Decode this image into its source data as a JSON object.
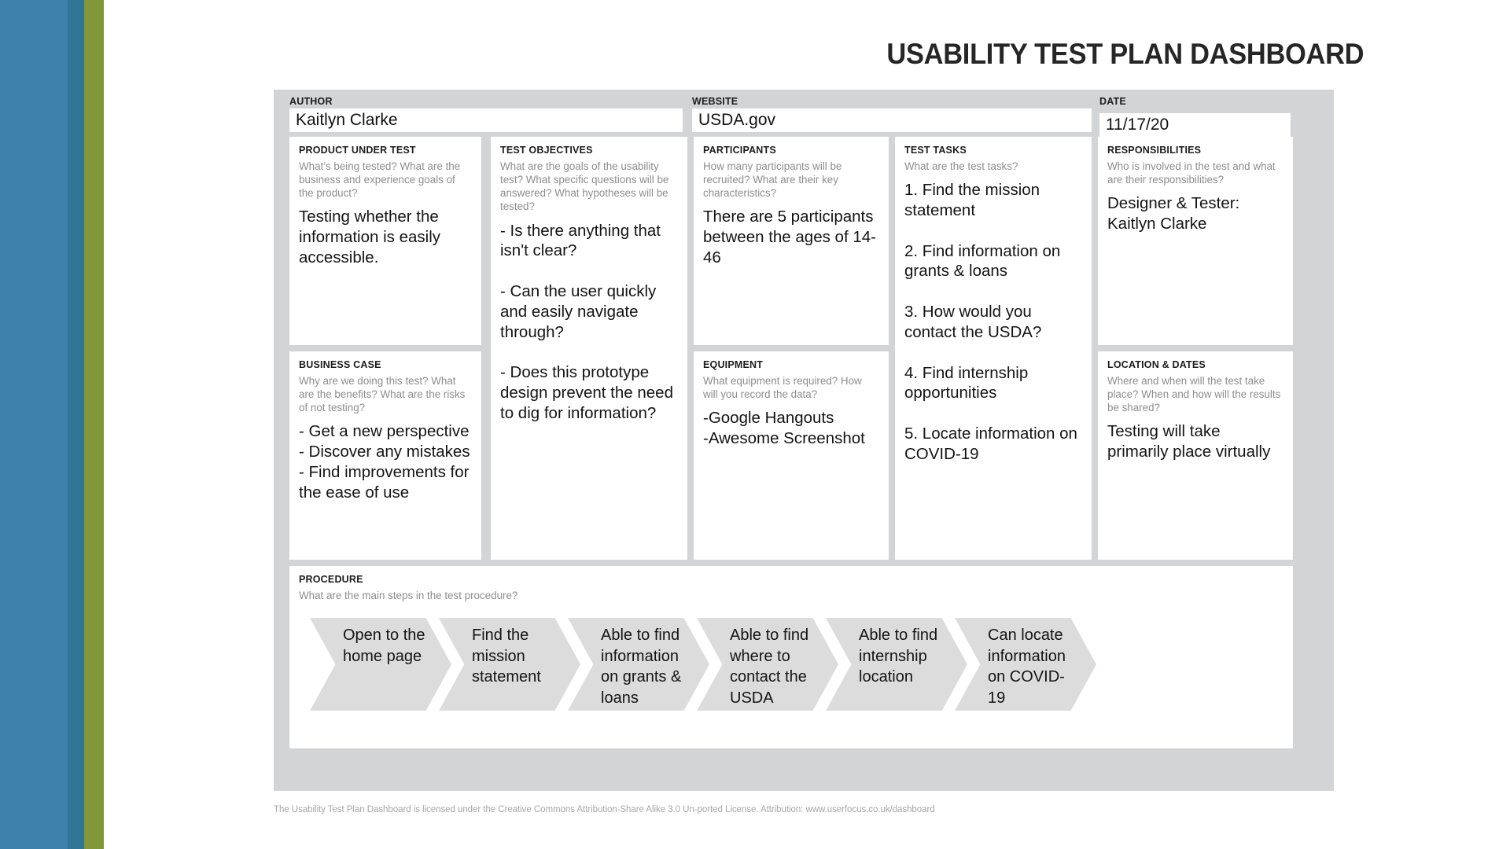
{
  "title": "USABILITY TEST PLAN DASHBOARD",
  "colors": {
    "band_blue": "#3d81ad",
    "band_teal": "#2e7596",
    "band_green": "#80983a",
    "board_gray": "#d2d4d6",
    "chevron_gray": "#dcdcdc",
    "hint_gray": "#8d8d8d",
    "title_dark": "#262626"
  },
  "fields": {
    "author": {
      "label": "AUTHOR",
      "value": "Kaitlyn Clarke"
    },
    "website": {
      "label": "WEBSITE",
      "value": "USDA.gov"
    },
    "date": {
      "label": "DATE",
      "value": "11/17/20"
    }
  },
  "cards": {
    "product_under_test": {
      "title": "PRODUCT UNDER TEST",
      "hint": "What’s being tested? What are the business and experience goals of the product?",
      "body": "Testing whether the information is easily accessible."
    },
    "business_case": {
      "title": "BUSINESS CASE",
      "hint": "Why are we doing this test? What are the benefits? What are the risks of not testing?",
      "body": "- Get a new perspective\n- Discover any mistakes\n- Find improvements for the ease of use"
    },
    "test_objectives": {
      "title": "TEST OBJECTIVES",
      "hint": "What are the goals of the usability test? What specific questions will be answered? What hypotheses will be tested?",
      "body": "- Is there anything that isn't clear?\n\n- Can the user quickly and easily navigate through?\n\n- Does this prototype design prevent the need to dig for information?"
    },
    "participants": {
      "title": "PARTICIPANTS",
      "hint": "How many participants will be recruited? What are their key characteristics?",
      "body": "There are 5 participants between the ages of 14-46"
    },
    "equipment": {
      "title": "EQUIPMENT",
      "hint": "What equipment is required? How will you record the data?",
      "body": "-Google Hangouts\n-Awesome Screenshot"
    },
    "test_tasks": {
      "title": "TEST TASKS",
      "hint": "What are the test tasks?",
      "body": "1. Find the mission statement\n\n2. Find information on grants & loans\n\n3. How would you contact the USDA?\n\n4. Find internship opportunities\n\n5. Locate information on COVID-19"
    },
    "responsibilities": {
      "title": "RESPONSIBILITIES",
      "hint": "Who is involved in the test and what are their responsibilities?",
      "body": "Designer & Tester: Kaitlyn Clarke"
    },
    "location_and_dates": {
      "title": "LOCATION & DATES",
      "hint": "Where and when will the test take place? When and how will the results be shared?",
      "body": "Testing will take primarily place virtually"
    },
    "procedure": {
      "title": "PROCEDURE",
      "hint": "What are the main steps in the test procedure?",
      "steps": [
        "Open to the home page",
        "Find the mission statement",
        "Able to find information on grants & loans",
        "Able to find where to contact the USDA",
        "Able to find internship location",
        "Can locate information on COVID-19"
      ]
    }
  },
  "footer": {
    "attribution": "The Usability Test Plan Dashboard is licensed under the Creative Commons Attribution-Share Alike 3.0 Un-ported License. Attribution: www.userfocus.co.uk/dashboard"
  }
}
